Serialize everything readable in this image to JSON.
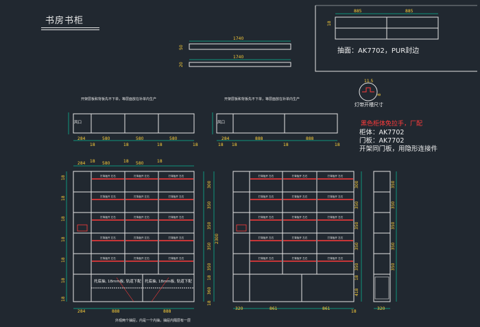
{
  "title": "书房书柜",
  "panel": {
    "top_dims": [
      "885",
      "885"
    ],
    "side_dim": "18",
    "note": "抽面：AK7702，PUR封边"
  },
  "boards": {
    "top_len": "1740",
    "top_h": "50",
    "bottom_len": "1740",
    "bottom_h": "20"
  },
  "fit": {
    "label": "灯带开槽尺寸",
    "dims": [
      "11.5",
      "8"
    ]
  },
  "notes": {
    "red": "黑色柜体免拉手，厂配",
    "body": "柜体：AK7702",
    "door": "门板：AK7702",
    "frame": "开架同门板，用隐形连接件",
    "shelf_note_left": "开架层板和背板先不下单，等层面放在补单内生产",
    "shelf_note_right": "开架层板和背板先不下单，等层面放在补单内生产",
    "vent": "风口",
    "bottom_note": "外观两个抽屉，内是一个内抽，抽屉内隔层有一层"
  },
  "upper_left": {
    "dims": [
      "284",
      "18",
      "580",
      "18",
      "580",
      "18",
      "580",
      "18"
    ]
  },
  "upper_right": {
    "dims": [
      "18",
      "284",
      "18",
      "888",
      "18",
      "888",
      "18"
    ]
  },
  "elev_left": {
    "top_dims": [
      "284",
      "18",
      "580",
      "18",
      "580",
      "18"
    ],
    "bottom_dims": [
      "284",
      "888",
      "888"
    ],
    "height_dims": [
      "300",
      "350",
      "350",
      "350",
      "350",
      "18",
      "360",
      "18"
    ],
    "total_height": "2300",
    "left_dims": [
      "18",
      "18",
      "18",
      "18",
      "18",
      "18",
      "18"
    ],
    "cell_label": "打背板开 左右",
    "drawer_label": "托底抽, 18mm板, 轨道下配"
  },
  "elev_right": {
    "bottom_dims": [
      "320",
      "861",
      "861",
      "18"
    ],
    "height_dims": [
      "300",
      "350",
      "350",
      "350",
      "350",
      "18",
      "418"
    ],
    "cell_label": "打背板开 左右"
  },
  "side_view": {
    "bottom_dim": "320",
    "height_dims": [
      "350",
      "350",
      "350",
      "350",
      "350"
    ]
  }
}
